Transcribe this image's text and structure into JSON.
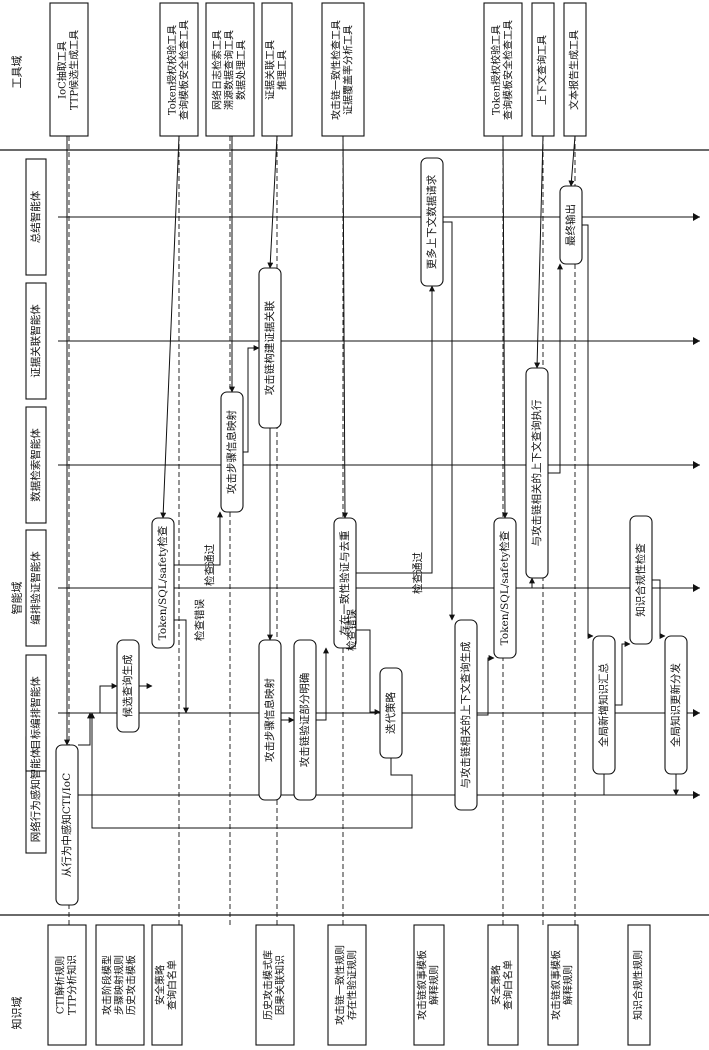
{
  "domains": {
    "tool": "工具域",
    "agent": "智能域",
    "knowledge": "知识域"
  },
  "agents": [
    "网络行为感知智能体",
    "目标编排智能体",
    "编排验证智能体",
    "数据检索智能体",
    "证据关联智能体",
    "总结智能体"
  ],
  "tools": [
    [
      "IoC抽取工具",
      "TTP候选生成工具"
    ],
    [
      "Token授权校验工具",
      "查询模板安全检查工具"
    ],
    [
      "网络日志检索工具",
      "溯源数据查询工具",
      "数据处理工具"
    ],
    [
      "证据关联工具",
      "推理工具"
    ],
    [
      "攻击链一致性检查工具",
      "证据覆盖率分析工具"
    ],
    [
      "Token授权校验工具",
      "查询模板安全检查工具"
    ],
    [
      "上下文查询工具"
    ],
    [
      "文本报告生成工具"
    ]
  ],
  "knowledge": [
    [
      "CTI解析规则",
      "TTP分析知识"
    ],
    [
      "攻击阶段模型",
      "步骤映射规则",
      "历史攻击模板"
    ],
    [
      "安全策略",
      "查询白名单"
    ],
    [
      "历史攻击模式库",
      "因果关联知识"
    ],
    [
      "攻击链一致性规则",
      "存在性验证规则"
    ],
    [
      "攻击链叙事模板",
      "解释规则"
    ],
    [
      "安全策略",
      "查询白名单"
    ],
    [
      "攻击链叙事模板",
      "解释规则"
    ],
    [
      "知识合规性规则"
    ]
  ],
  "steps": [
    "从行为中感知CTI/IoC",
    "候选查询生成",
    "Token/SQL/safety检查",
    "攻击步骤信息映射",
    "攻击链构建证据关联",
    "攻击步骤信息映射",
    "攻击链验证部分明确",
    "存在一致性验证与去重",
    "迭代策略",
    "更多上下文数据请求",
    "与攻击链相关的上下文查询生成",
    "Token/SQL/safety检查",
    "与攻击链相关的上下文查询执行",
    "最终输出",
    "全局新增知识汇总",
    "知识合规性检查",
    "全局知识更新分发"
  ],
  "flow_labels": [
    "检查错误",
    "检查通过",
    "检查错误",
    "检查通过"
  ]
}
